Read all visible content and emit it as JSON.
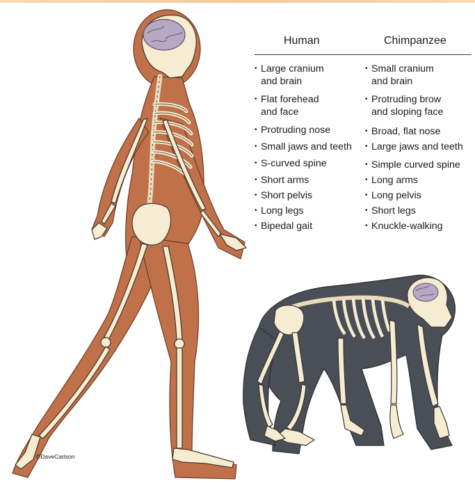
{
  "columns": {
    "human": "Human",
    "chimp": "Chimpanzee"
  },
  "human_traits": [
    "Large cranium\nand brain",
    "Flat forehead\nand face",
    "Protruding nose",
    "Small jaws and teeth",
    "S-curved spine",
    "Short arms",
    "Short pelvis",
    "Long legs",
    "Bipedal gait"
  ],
  "chimp_traits": [
    "Small cranium\nand brain",
    "Protruding brow\nand sloping face",
    "Broad, flat nose",
    "Large jaws and teeth",
    "Simple curved spine",
    "Long arms",
    "Long pelvis",
    "Short legs",
    "Knuckle-walking"
  ],
  "credit": "©DaveCarlson",
  "colors": {
    "human_skin": "#c1714a",
    "chimp_fur": "#4a4e56",
    "bone": "#f6ecd2",
    "brain": "#b7a9c4"
  }
}
